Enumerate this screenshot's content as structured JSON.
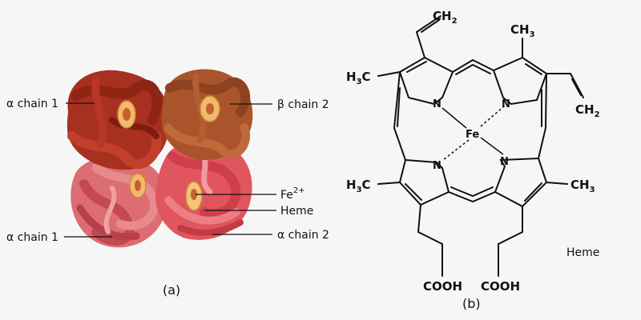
{
  "panel_a": {
    "caption": "(a)",
    "labels": {
      "alpha1_top": "α chain 1",
      "beta2": "β chain 2",
      "fe": "Fe",
      "fe_charge": "2+",
      "heme": "Heme",
      "alpha1_bottom": "α chain 1",
      "alpha2": "α chain 2"
    },
    "colors": {
      "alpha1_top": "#a52b1e",
      "beta2": "#a5502a",
      "alpha1_bottom": "#d7646a",
      "alpha2": "#e05a62",
      "heme_disc": "#f5c27a"
    }
  },
  "panel_b": {
    "caption": "(b)",
    "title": "Heme",
    "groups": {
      "vinyl": "CH",
      "vinyl_sub": "2",
      "methyl_right": "CH",
      "methyl_right_sub": "3",
      "methyl_left": "C",
      "h3": "H",
      "h3_sub": "3",
      "nitrogen": "N",
      "iron": "Fe",
      "acid": "COOH"
    }
  }
}
